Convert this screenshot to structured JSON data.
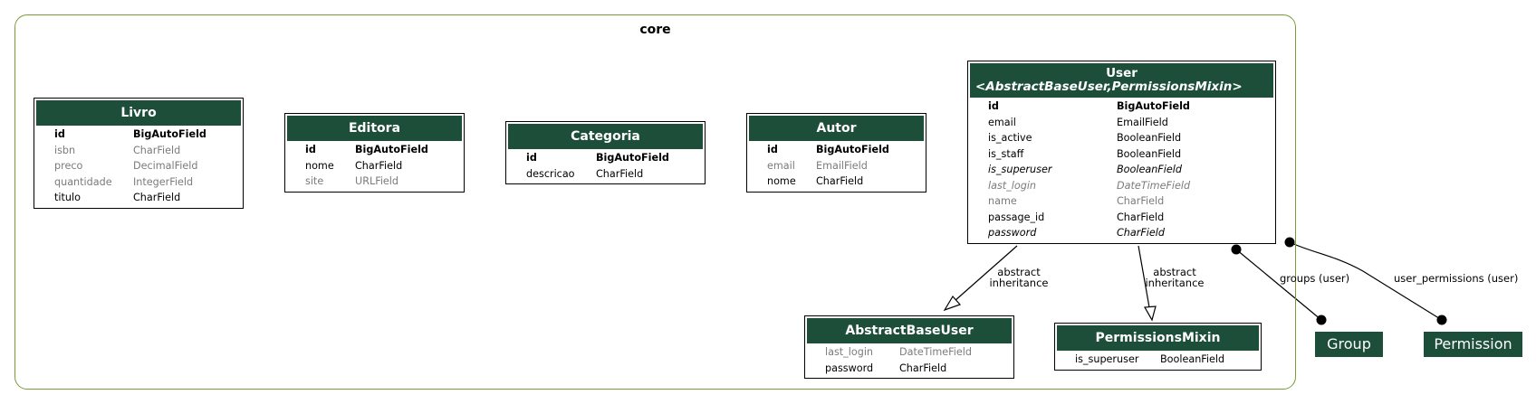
{
  "cluster": {
    "label": "core"
  },
  "models": {
    "livro": {
      "name": "Livro",
      "fields": [
        {
          "name": "id",
          "type": "BigAutoField"
        },
        {
          "name": "isbn",
          "type": "CharField"
        },
        {
          "name": "preco",
          "type": "DecimalField"
        },
        {
          "name": "quantidade",
          "type": "IntegerField"
        },
        {
          "name": "titulo",
          "type": "CharField"
        }
      ]
    },
    "editora": {
      "name": "Editora",
      "fields": [
        {
          "name": "id",
          "type": "BigAutoField"
        },
        {
          "name": "nome",
          "type": "CharField"
        },
        {
          "name": "site",
          "type": "URLField"
        }
      ]
    },
    "categoria": {
      "name": "Categoria",
      "fields": [
        {
          "name": "id",
          "type": "BigAutoField"
        },
        {
          "name": "descricao",
          "type": "CharField"
        }
      ]
    },
    "autor": {
      "name": "Autor",
      "fields": [
        {
          "name": "id",
          "type": "BigAutoField"
        },
        {
          "name": "email",
          "type": "EmailField"
        },
        {
          "name": "nome",
          "type": "CharField"
        }
      ]
    },
    "user": {
      "name": "User",
      "bases": "<AbstractBaseUser,PermissionsMixin>",
      "fields": [
        {
          "name": "id",
          "type": "BigAutoField"
        },
        {
          "name": "email",
          "type": "EmailField"
        },
        {
          "name": "is_active",
          "type": "BooleanField"
        },
        {
          "name": "is_staff",
          "type": "BooleanField"
        },
        {
          "name": "is_superuser",
          "type": "BooleanField"
        },
        {
          "name": "last_login",
          "type": "DateTimeField"
        },
        {
          "name": "name",
          "type": "CharField"
        },
        {
          "name": "passage_id",
          "type": "CharField"
        },
        {
          "name": "password",
          "type": "CharField"
        }
      ]
    },
    "abstract_base_user": {
      "name": "AbstractBaseUser",
      "fields": [
        {
          "name": "last_login",
          "type": "DateTimeField"
        },
        {
          "name": "password",
          "type": "CharField"
        }
      ]
    },
    "permissions_mixin": {
      "name": "PermissionsMixin",
      "fields": [
        {
          "name": "is_superuser",
          "type": "BooleanField"
        }
      ]
    }
  },
  "external": {
    "group": "Group",
    "permission": "Permission"
  },
  "edges": {
    "inherit_abu": {
      "line1": "abstract",
      "line2": "inheritance"
    },
    "inherit_pm": {
      "line1": "abstract",
      "line2": "inheritance"
    },
    "groups": "groups (user)",
    "user_permissions": "user_permissions (user)"
  },
  "colors": {
    "header": "#1d4e3a",
    "cluster_border": "#7a9a3a",
    "dim_text": "#7b7b7b"
  }
}
